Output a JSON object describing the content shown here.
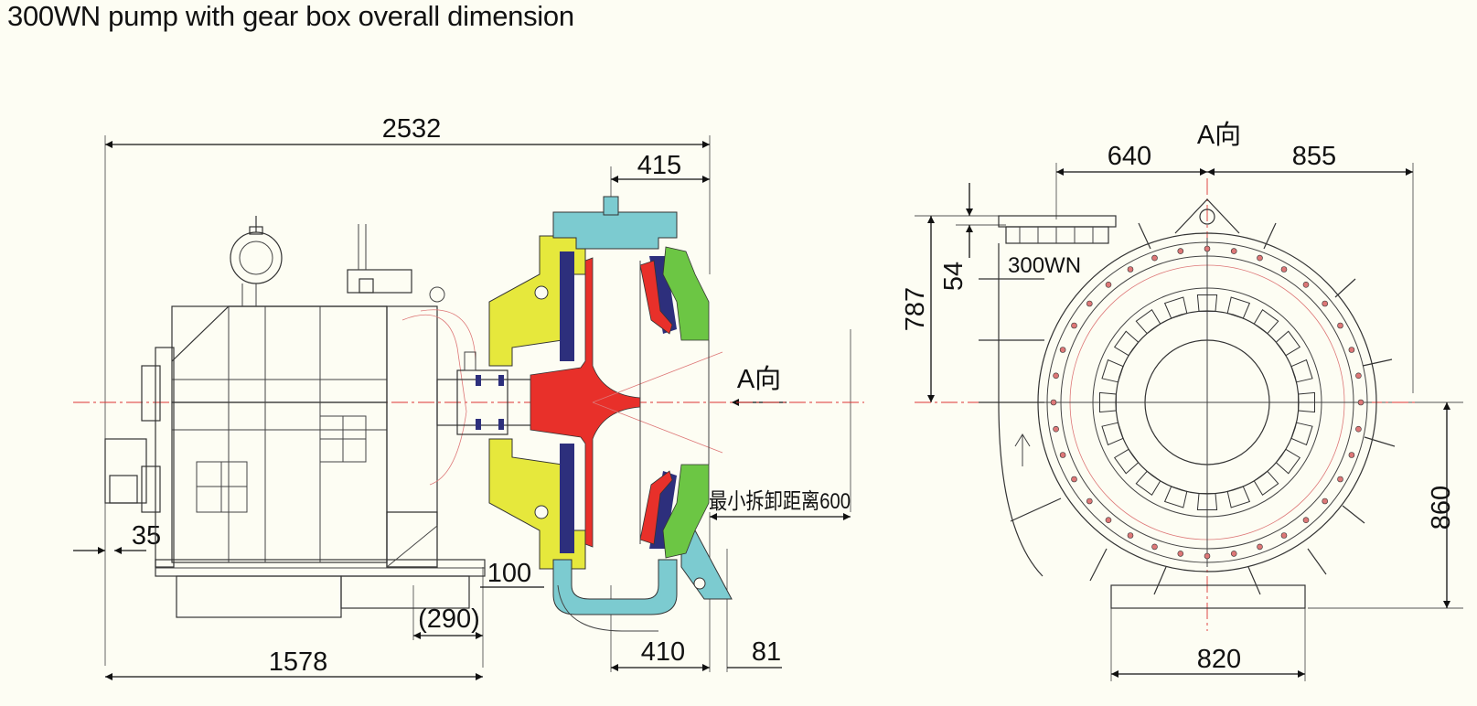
{
  "title": "300WN pump with gear box overall dimension",
  "side_view": {
    "dim_overall": "2532",
    "dim_top_right": "415",
    "dim_view_label": "A向",
    "dim_removal": "最小拆卸距离600",
    "dim_left_small": "35",
    "dim_100": "100",
    "dim_290": "(290)",
    "dim_1578": "1578",
    "dim_410": "410",
    "dim_81": "81"
  },
  "end_view": {
    "view_label": "A向",
    "dim_640": "640",
    "dim_855": "855",
    "dim_787": "787",
    "dim_54": "54",
    "model_label": "300WN",
    "dim_860": "860",
    "dim_820": "820"
  },
  "colors": {
    "background": "#fdfdf3",
    "impeller": "#e8302a",
    "casing": "#7ccbd0",
    "frame_plate": "#e6e83c",
    "liner": "#2d2f7c",
    "throatbush": "#6cc644"
  }
}
